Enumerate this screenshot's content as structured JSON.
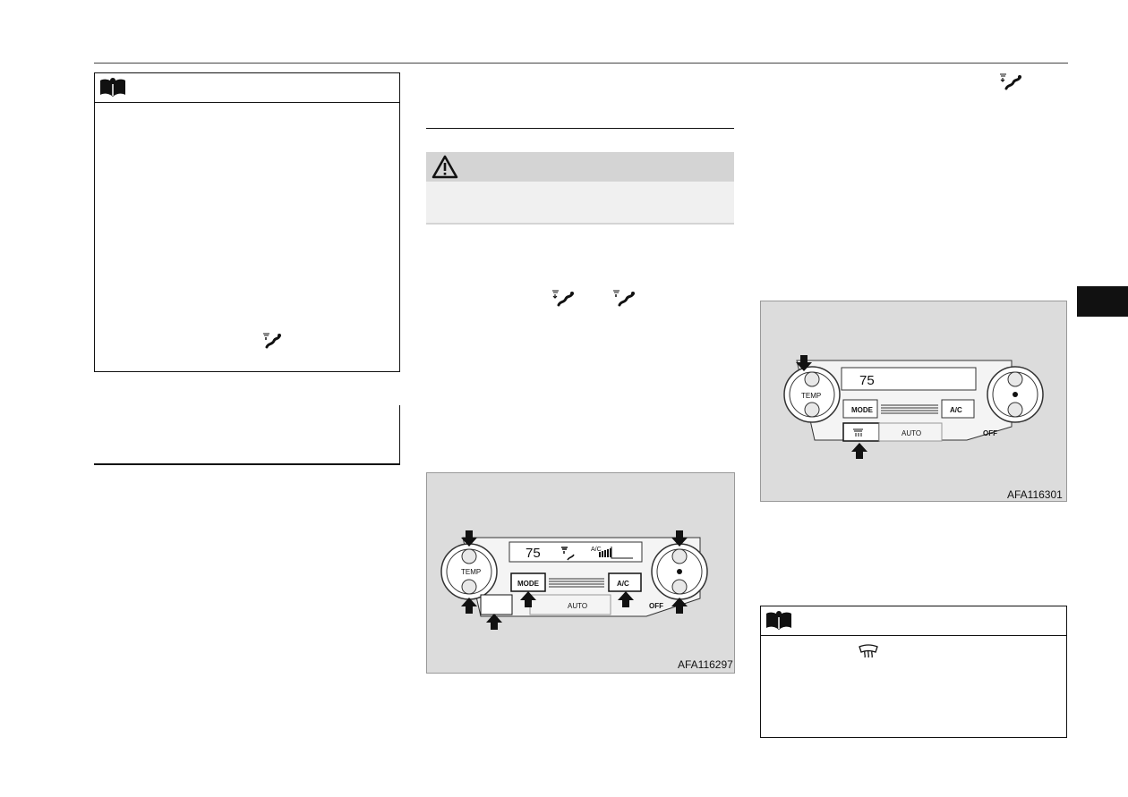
{
  "figures": {
    "fig1": {
      "caption": "AFA116297",
      "display_temp": "75",
      "ac_label": "A/C",
      "temp_label": "TEMP",
      "mode_label": "MODE",
      "ac_button_label": "A/C",
      "auto_label": "AUTO",
      "off_label": "OFF"
    },
    "fig2": {
      "caption": "AFA116301",
      "display_temp": "75",
      "temp_label": "TEMP",
      "mode_label": "MODE",
      "ac_button_label": "A/C",
      "auto_label": "AUTO",
      "off_label": "OFF"
    }
  },
  "icons": {
    "note_icon": "book-icon",
    "caution_icon": "warning-triangle-icon",
    "defrost_foot_icon": "defroster-foot-mode-icon",
    "defroster_icon": "defroster-icon"
  }
}
